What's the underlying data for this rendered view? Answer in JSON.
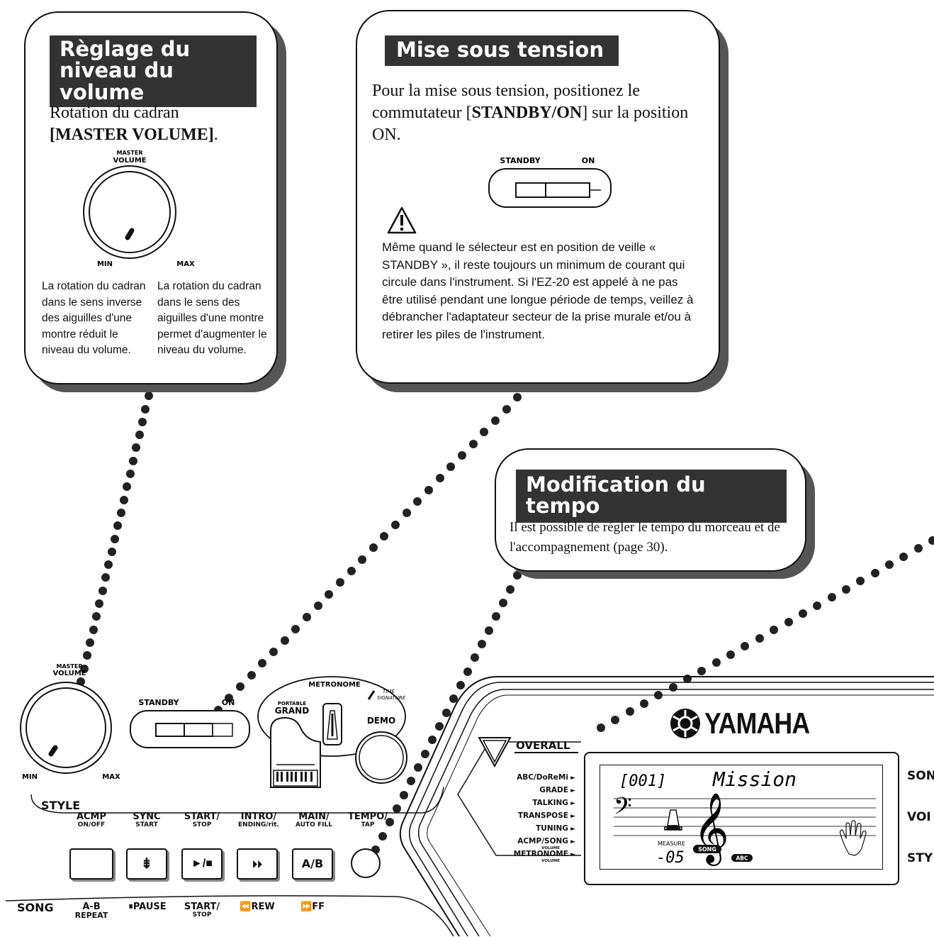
{
  "volume_callout": {
    "title": "Règlage du niveau du volume",
    "text_pre": "Rotation du cadran",
    "text_bold": "[MASTER VOLUME]",
    "text_post": ".",
    "dial_label_top": "MASTER",
    "dial_label_bottom": "VOLUME",
    "dial_min": "MIN",
    "dial_max": "MAX",
    "left_note": "La rotation du cadran dans le sens inverse des aiguilles d'une montre réduit le niveau du volume.",
    "right_note": "La rotation du cadran dans le sens des aiguilles d'une montre permet d'augmenter le niveau du volume."
  },
  "power_callout": {
    "title": "Mise sous tension",
    "text_a": "Pour la mise sous tension, positionez le commutateur [",
    "text_bold": "STANDBY/ON",
    "text_b": "] sur la position ON.",
    "switch_standby": "STANDBY",
    "switch_on": "ON",
    "warning_icon": "warning-triangle-icon",
    "warning_text": "Même quand le sélecteur est en position de veille « STANDBY », il  reste toujours un minimum de courant qui circule dans l'instrument. Si l'EZ-20 est appelé à ne pas être utilisé pendant une longue période de temps, veillez à débrancher l'adaptateur secteur de la prise murale et/ou à retirer les piles de l'instrument."
  },
  "tempo_callout": {
    "title": "Modification du tempo",
    "text": "Il est possible de régler le tempo du morceau et de l'accompagnement (page 30)."
  },
  "panel": {
    "master_volume_top": "MASTER",
    "master_volume_bottom": "VOLUME",
    "min": "MIN",
    "max": "MAX",
    "standby": "STANDBY",
    "on": "ON",
    "metronome": "METRONOME",
    "time_signature_top": "TIME",
    "time_signature_bottom": "SIGNATURE",
    "portable": "PORTABLE",
    "grand": "GRAND",
    "demo": "DEMO",
    "style": "STYLE",
    "song": "SONG",
    "style_labels": [
      {
        "main": "ACMP",
        "sub": "ON/OFF"
      },
      {
        "main": "SYNC",
        "sub": "START"
      },
      {
        "main": "START/",
        "sub": "STOP"
      },
      {
        "main": "INTRO/",
        "sub": "ENDING/rit."
      },
      {
        "main": "MAIN/",
        "sub": "AUTO FILL"
      },
      {
        "main": "TEMPO/",
        "sub": "TAP"
      }
    ],
    "song_labels": [
      {
        "main": "A-B",
        "sub": "REPEAT"
      },
      {
        "main": "⏸PAUSE",
        "sub": ""
      },
      {
        "main": "START/",
        "sub": "STOP"
      },
      {
        "main": "⏪REW",
        "sub": ""
      },
      {
        "main": "⏩FF",
        "sub": ""
      }
    ],
    "button_glyphs": [
      "",
      "⇟",
      "►/■",
      "⏵⏵",
      "A/B",
      ""
    ]
  },
  "display": {
    "brand": "YAMAHA",
    "brand_icon": "yamaha-tuning-fork-logo-icon",
    "overall": "OVERALL",
    "menu": [
      {
        "label": "ABC/DoReMi",
        "sub": ""
      },
      {
        "label": "GRADE",
        "sub": ""
      },
      {
        "label": "TALKING",
        "sub": ""
      },
      {
        "label": "TRANSPOSE",
        "sub": ""
      },
      {
        "label": "TUNING",
        "sub": ""
      },
      {
        "label": "ACMP/SONG",
        "sub": "VOLUME"
      },
      {
        "label": "METRONOME",
        "sub": "VOLUME"
      }
    ],
    "lcd_number": "[001]",
    "lcd_title": "Mission",
    "measure_label": "MEASURE",
    "measure_value": "-05",
    "song_badge": "SONG",
    "abc_badge": "ABC",
    "right_labels": [
      "SON",
      "VOI",
      "STY"
    ]
  }
}
